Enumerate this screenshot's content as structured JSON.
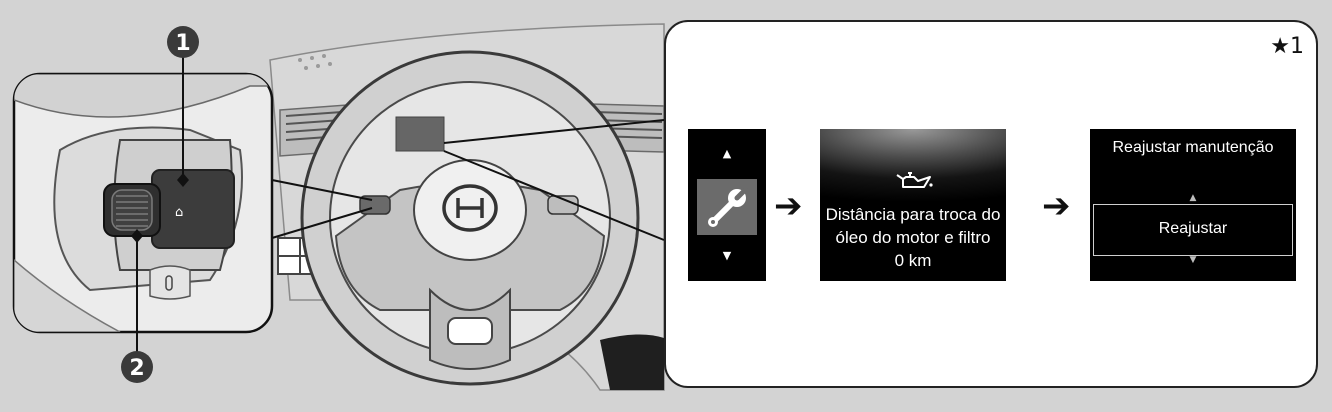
{
  "callouts": [
    {
      "number": "1",
      "target": "home-button"
    },
    {
      "number": "2",
      "target": "selector-wheel"
    }
  ],
  "steering_wheel": {
    "home_button_icon": "home-icon",
    "logo_icon": "honda-logo-icon"
  },
  "panel": {
    "footnote_mark": "★1"
  },
  "screen_menu": {
    "up_indicator": "▲",
    "down_indicator": "▼",
    "item_icon": "wrench-icon"
  },
  "step_arrow": "➔",
  "screen_oil": {
    "icon": "oil-can-icon",
    "lines": [
      "Distância para troca do",
      "óleo do motor e filtro",
      "0 km"
    ]
  },
  "screen_reset": {
    "title": "Reajustar manutenção",
    "option": "Reajustar",
    "up_indicator": "▲",
    "down_indicator": "▼"
  },
  "colors": {
    "background": "#d3d3d3",
    "panel_border": "#222222",
    "screen_bg": "#000000",
    "callout_fill": "#3a3a3a"
  }
}
